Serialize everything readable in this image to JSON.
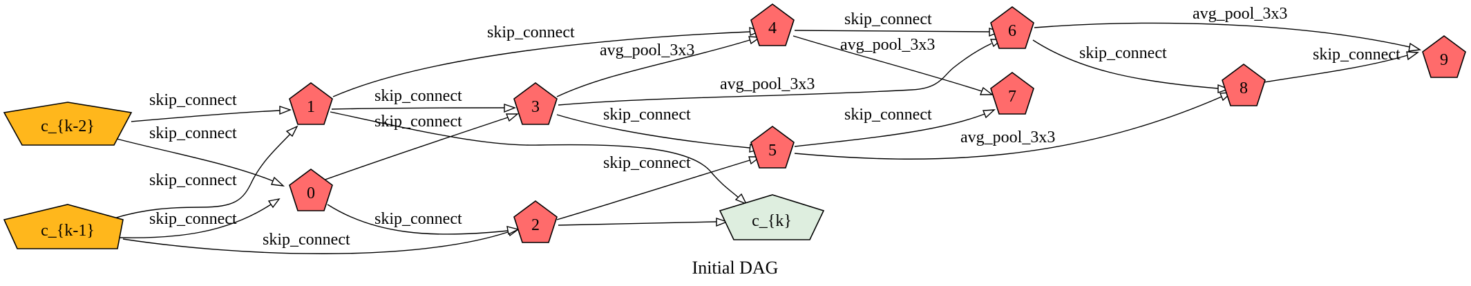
{
  "title": "Initial DAG",
  "colors": {
    "input_fill": "#ffb71c",
    "op_fill": "#ff6b6b",
    "output_fill": "#deeedf",
    "stroke": "#000000"
  },
  "nodes": {
    "ck2": "c_{k-2}",
    "ck1": "c_{k-1}",
    "ck": "c_{k}",
    "n0": "0",
    "n1": "1",
    "n2": "2",
    "n3": "3",
    "n4": "4",
    "n5": "5",
    "n6": "6",
    "n7": "7",
    "n8": "8",
    "n9": "9"
  },
  "edges": {
    "ck2_n1": "skip_connect",
    "ck2_n0": "skip_connect",
    "ck1_n1": "skip_connect",
    "ck1_n0": "skip_connect",
    "ck1_n2": "skip_connect",
    "n1_n4": "skip_connect",
    "n1_n3": "skip_connect",
    "n1_ck": "skip_connect",
    "n0_n2": "skip_connect",
    "n3_n4": "avg_pool_3x3",
    "n3_n6": "avg_pool_3x3",
    "n3_n5": "skip_connect",
    "n2_n5": "skip_connect",
    "n4_n6": "skip_connect",
    "n4_n7": "avg_pool_3x3",
    "n5_n7": "skip_connect",
    "n5_n8": "avg_pool_3x3",
    "n6_n9": "avg_pool_3x3",
    "n6_n8": "skip_connect",
    "n8_n9": "skip_connect"
  }
}
